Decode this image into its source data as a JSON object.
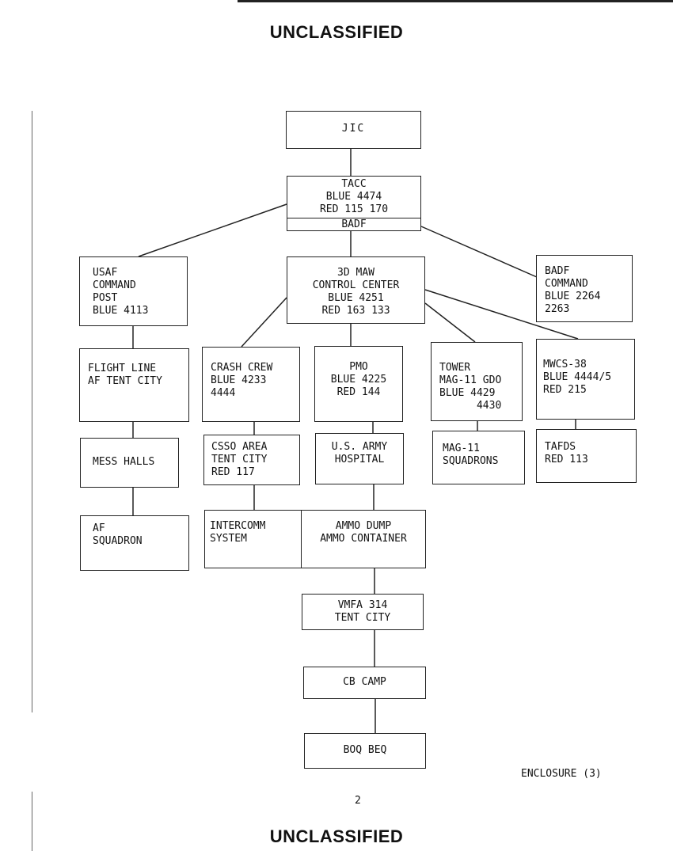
{
  "header": {
    "classification_top": "UNCLASSIFIED",
    "classification_bottom": "UNCLASSIFIED"
  },
  "footer": {
    "enclosure": "ENCLOSURE (3)",
    "page_number": "2"
  },
  "nodes": {
    "jic": [
      "JIC"
    ],
    "tacc": [
      "TACC",
      "BLUE 4474",
      "RED 115 170"
    ],
    "tacc_badf": [
      "BADF"
    ],
    "usaf": [
      "USAF",
      "COMMAND",
      "POST",
      "BLUE 4113"
    ],
    "maw": [
      "3D MAW",
      "CONTROL CENTER",
      "BLUE 4251",
      "RED 163 133"
    ],
    "badf_cmd": [
      "BADF",
      "COMMAND",
      "BLUE 2264",
      "2263"
    ],
    "flight_line": [
      "FLIGHT LINE",
      "AF TENT CITY"
    ],
    "crash_crew": [
      "CRASH CREW",
      "BLUE 4233",
      "4444"
    ],
    "pmo": [
      "PMO",
      "BLUE 4225",
      "RED 144"
    ],
    "tower": [
      "TOWER",
      "MAG-11 GDO",
      "BLUE 4429",
      "      4430"
    ],
    "mwcs": [
      "MWCS-38",
      "BLUE 4444/5",
      "RED 215"
    ],
    "mess_halls": [
      "MESS HALLS"
    ],
    "csso": [
      "CSSO AREA",
      "TENT CITY",
      "RED 117"
    ],
    "army_hospital": [
      "U.S. ARMY",
      "HOSPITAL"
    ],
    "mag11_sq": [
      "MAG-11",
      "SQUADRONS"
    ],
    "tafds": [
      "TAFDS",
      "RED 113"
    ],
    "af_squadron": [
      "AF",
      "SQUADRON"
    ],
    "intercomm": [
      "INTERCOMM",
      "SYSTEM"
    ],
    "ammo": [
      "AMMO DUMP",
      "AMMO CONTAINER"
    ],
    "vmfa": [
      "VMFA 314",
      "TENT CITY"
    ],
    "cb_camp": [
      "CB CAMP"
    ],
    "boq": [
      "BOQ BEQ"
    ]
  }
}
